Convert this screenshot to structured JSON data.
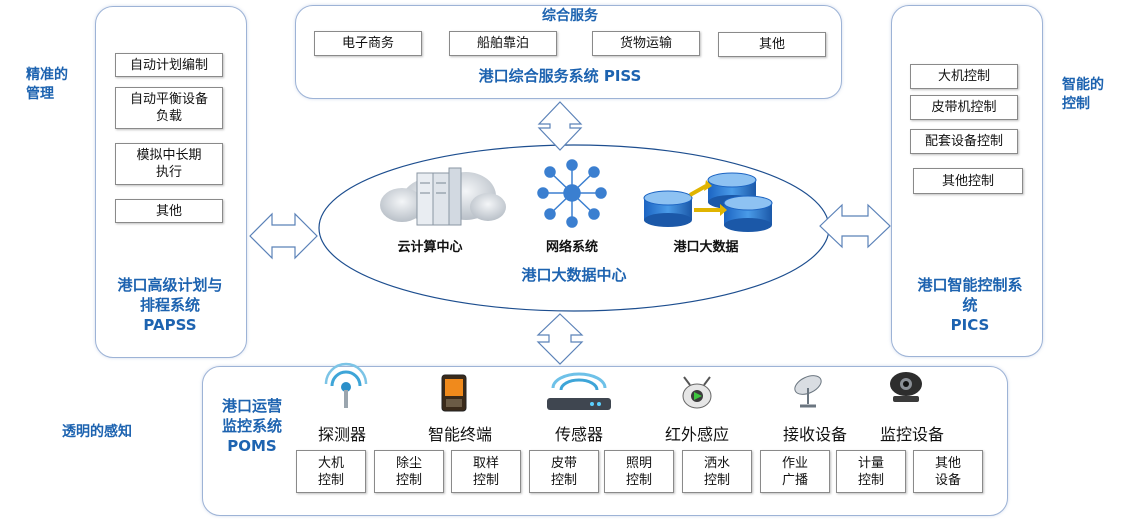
{
  "side_labels": {
    "precise": [
      "精准的",
      "管理"
    ],
    "smart": [
      "智能的",
      "控制"
    ],
    "transparent": "透明的感知"
  },
  "left_panel": {
    "items": [
      [
        "自动计划编制"
      ],
      [
        "自动平衡设备",
        "负载"
      ],
      [
        "模拟中长期",
        "执行"
      ],
      [
        "其他"
      ]
    ],
    "title": [
      "港口高级计划与",
      "排程系统",
      "PAPSS"
    ]
  },
  "top_panel": {
    "heading": "综合服务",
    "items": [
      "电子商务",
      "船舶靠泊",
      "货物运输",
      "其他"
    ],
    "title": "港口综合服务系统 PISS"
  },
  "right_panel": {
    "items": [
      "大机控制",
      "皮带机控制",
      "配套设备控制",
      "其他控制"
    ],
    "title": [
      "港口智能控制系",
      "统",
      "PICS"
    ]
  },
  "center": {
    "cloud": "云计算中心",
    "network": "网络系统",
    "bigdata": "港口大数据",
    "title": "港口大数据中心"
  },
  "bottom_panel": {
    "title": [
      "港口运营",
      "监控系统",
      "POMS"
    ],
    "devices": [
      "探测器",
      "智能终端",
      "传感器",
      "红外感应",
      "接收设备",
      "监控设备"
    ],
    "controls": [
      [
        "大机",
        "控制"
      ],
      [
        "除尘",
        "控制"
      ],
      [
        "取样",
        "控制"
      ],
      [
        "皮带",
        "控制"
      ],
      [
        "照明",
        "控制"
      ],
      [
        "洒水",
        "控制"
      ],
      [
        "作业",
        "广播"
      ],
      [
        "计量",
        "控制"
      ],
      [
        "其他",
        "设备"
      ]
    ]
  },
  "colors": {
    "accent": "#1d63b0",
    "border": "#9db3d6"
  }
}
